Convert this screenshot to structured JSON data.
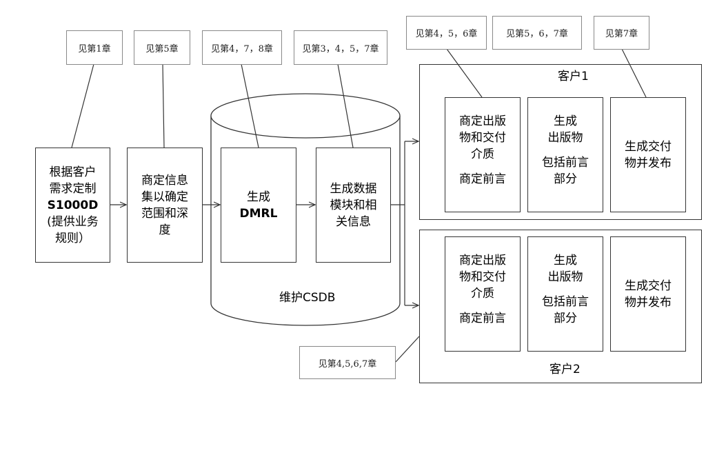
{
  "notes": {
    "ch1": "见第1章",
    "ch5": "见第5章",
    "ch478": "见第4，7，8章",
    "ch3457": "见第3，4，5，7章",
    "ch456": "见第4，5，6章",
    "ch567": "见第5，6，7章",
    "ch7": "见第7章",
    "ch4567": "见第4,5,6,7章"
  },
  "steps": {
    "customer_rules": {
      "line1": "根据客户\n需求定制",
      "line2": "S1000D",
      "line3": "(提供业务\n规则）"
    },
    "scope": "商定信息\n集以确定\n范围和深\n度",
    "dmrl": {
      "line1": "生成",
      "line2": "DMRL"
    },
    "data_modules": "生成数据\n模块和相\n关信息"
  },
  "csdb_label": "维护CSDB",
  "customer1": {
    "label": "客户1",
    "box_a": {
      "top": "商定出版\n物和交付\n介质",
      "bottom": "商定前言"
    },
    "box_b": {
      "top": "生成\n出版物",
      "bottom": "包括前言\n部分"
    },
    "box_c": "生成交付\n物并发布"
  },
  "customer2": {
    "label": "客户2",
    "box_a": {
      "top": "商定出版\n物和交付\n介质",
      "bottom": "商定前言"
    },
    "box_b": {
      "top": "生成\n出版物",
      "bottom": "包括前言\n部分"
    },
    "box_c": "生成交付\n物并发布"
  }
}
